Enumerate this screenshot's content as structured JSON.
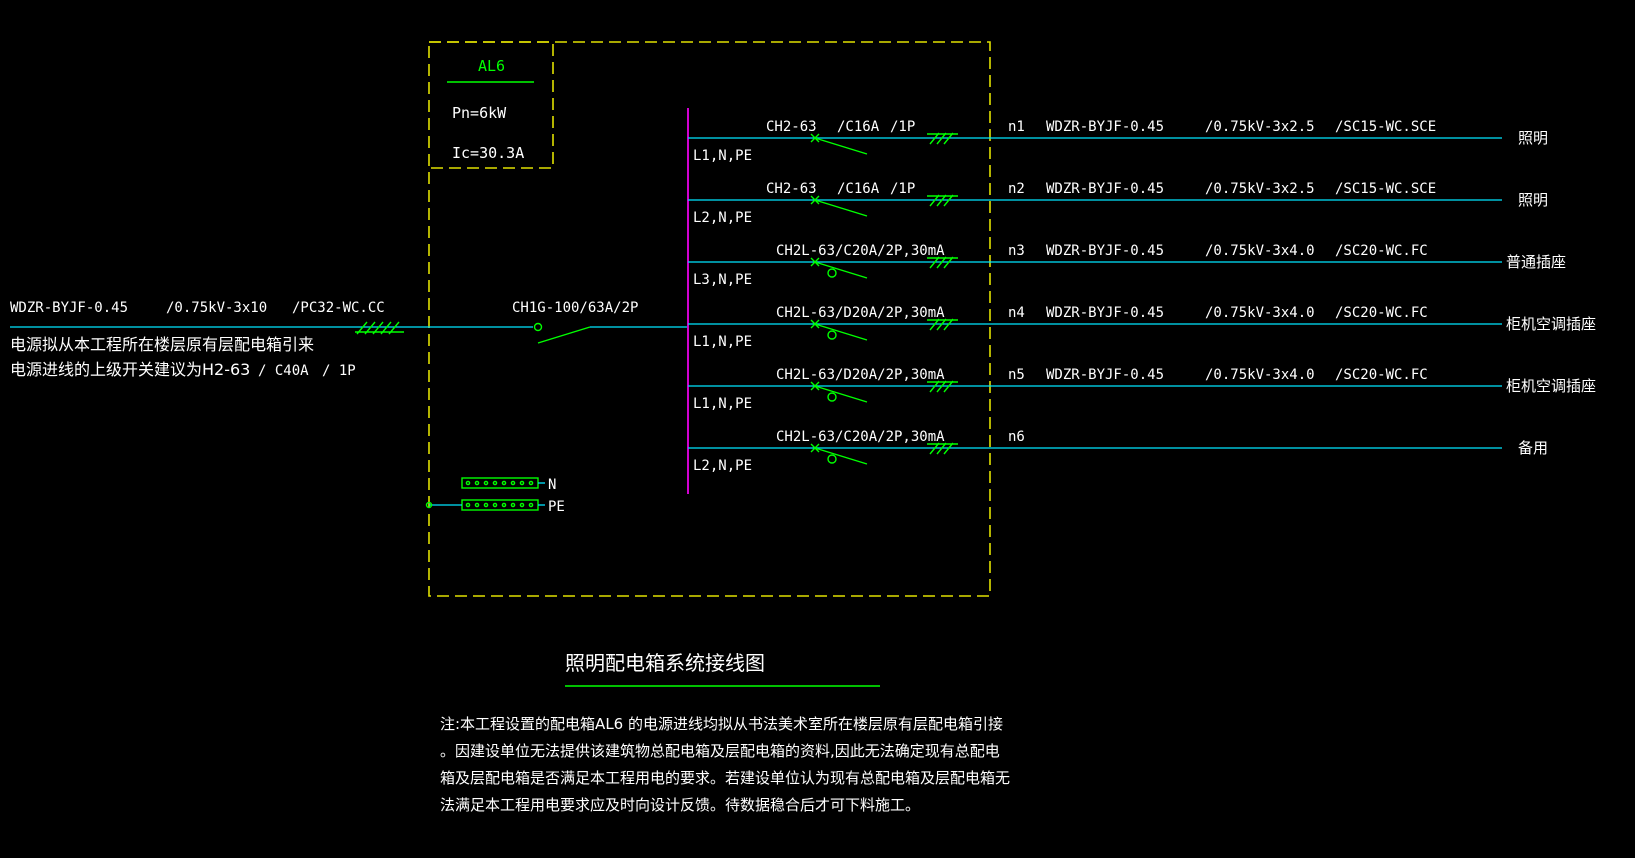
{
  "panel": {
    "name": "AL6",
    "power": "Pn=6kW",
    "current": "Ic=30.3A"
  },
  "incoming": {
    "cable": "WDZR-BYJF-0.45",
    "spec": "/0.75kV-3x10",
    "conduit": "/PC32-WC.CC",
    "breaker": "CH1G-100/63A/2P",
    "note_line1": "电源拟从本工程所在楼层原有层配电箱引来",
    "note_line2": "电源进线的上级开关建议为H2-63",
    "note_breaker": "/ C40A",
    "note_pole": "/ 1P"
  },
  "circuits": [
    {
      "phase": "L1,N,PE",
      "breaker": "CH2-63",
      "rating": "/C16A",
      "pole": "/1P",
      "id": "n1",
      "cable": "WDZR-BYJF-0.45",
      "spec": "/0.75kV-3x2.5",
      "conduit": "/SC15-WC.SCE",
      "load": "照明",
      "rcd": false
    },
    {
      "phase": "L2,N,PE",
      "breaker": "CH2-63",
      "rating": "/C16A",
      "pole": "/1P",
      "id": "n2",
      "cable": "WDZR-BYJF-0.45",
      "spec": "/0.75kV-3x2.5",
      "conduit": "/SC15-WC.SCE",
      "load": "照明",
      "rcd": false
    },
    {
      "phase": "L3,N,PE",
      "breaker": "CH2L-63/C20A/2P,30mA",
      "rating": "",
      "pole": "",
      "id": "n3",
      "cable": "WDZR-BYJF-0.45",
      "spec": "/0.75kV-3x4.0",
      "conduit": "/SC20-WC.FC",
      "load": "普通插座",
      "rcd": true
    },
    {
      "phase": "L1,N,PE",
      "breaker": "CH2L-63/D20A/2P,30mA",
      "rating": "",
      "pole": "",
      "id": "n4",
      "cable": "WDZR-BYJF-0.45",
      "spec": "/0.75kV-3x4.0",
      "conduit": "/SC20-WC.FC",
      "load": "柜机空调插座",
      "rcd": true
    },
    {
      "phase": "L1,N,PE",
      "breaker": "CH2L-63/D20A/2P,30mA",
      "rating": "",
      "pole": "",
      "id": "n5",
      "cable": "WDZR-BYJF-0.45",
      "spec": "/0.75kV-3x4.0",
      "conduit": "/SC20-WC.FC",
      "load": "柜机空调插座",
      "rcd": true
    },
    {
      "phase": "L2,N,PE",
      "breaker": "CH2L-63/C20A/2P,30mA",
      "rating": "",
      "pole": "",
      "id": "n6",
      "cable": "",
      "spec": "",
      "conduit": "",
      "load": "备用",
      "rcd": true
    }
  ],
  "terminals": {
    "n": "N",
    "pe": "PE"
  },
  "title": "照明配电箱系统接线图",
  "note": [
    "注:本工程设置的配电箱AL6  的电源进线均拟从书法美术室所在楼层原有层配电箱引接",
    "。因建设单位无法提供该建筑物总配电箱及层配电箱的资料,因此无法确定现有总配电",
    "箱及层配电箱是否满足本工程用电的要求。若建设单位认为现有总配电箱及层配电箱无",
    "法满足本工程用电要求应及时向设计反馈。待数据稳合后才可下料施工。"
  ],
  "colors": {
    "background": "#000000",
    "box": "#e0e000",
    "wire": "#00e5ff",
    "symbol": "#00ff00",
    "bus": "#d100d1",
    "text": "#ffffff"
  }
}
